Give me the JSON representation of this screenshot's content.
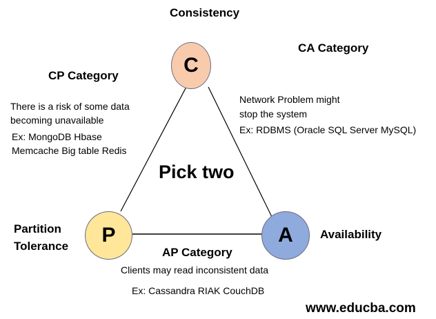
{
  "labels": {
    "consistency": "Consistency",
    "ca_category": "CA Category",
    "cp_category": "CP Category",
    "partition_tolerance_line1": "Partition",
    "partition_tolerance_line2": "Tolerance",
    "availability": "Availability",
    "ap_category": "AP Category",
    "center": "Pick two",
    "watermark": "www.educba.com"
  },
  "nodes": {
    "c": {
      "letter": "C",
      "color": "#f8cbad"
    },
    "p": {
      "letter": "P",
      "color": "#ffe699"
    },
    "a": {
      "letter": "A",
      "color": "#8faadc"
    }
  },
  "cp": {
    "desc_line1": "There is a risk of some data",
    "desc_line2": "becoming unavailable",
    "ex_line1": "Ex: MongoDB Hbase",
    "ex_line2": "Memcache Big table Redis"
  },
  "ca": {
    "desc_line1": "Network Problem might",
    "desc_line2": "stop the system",
    "ex_line1": "Ex: RDBMS (Oracle SQL Server MySQL)"
  },
  "ap": {
    "desc_line1": "Clients may read inconsistent  data",
    "ex_line1": "Ex: Cassandra RIAK CouchDB"
  }
}
